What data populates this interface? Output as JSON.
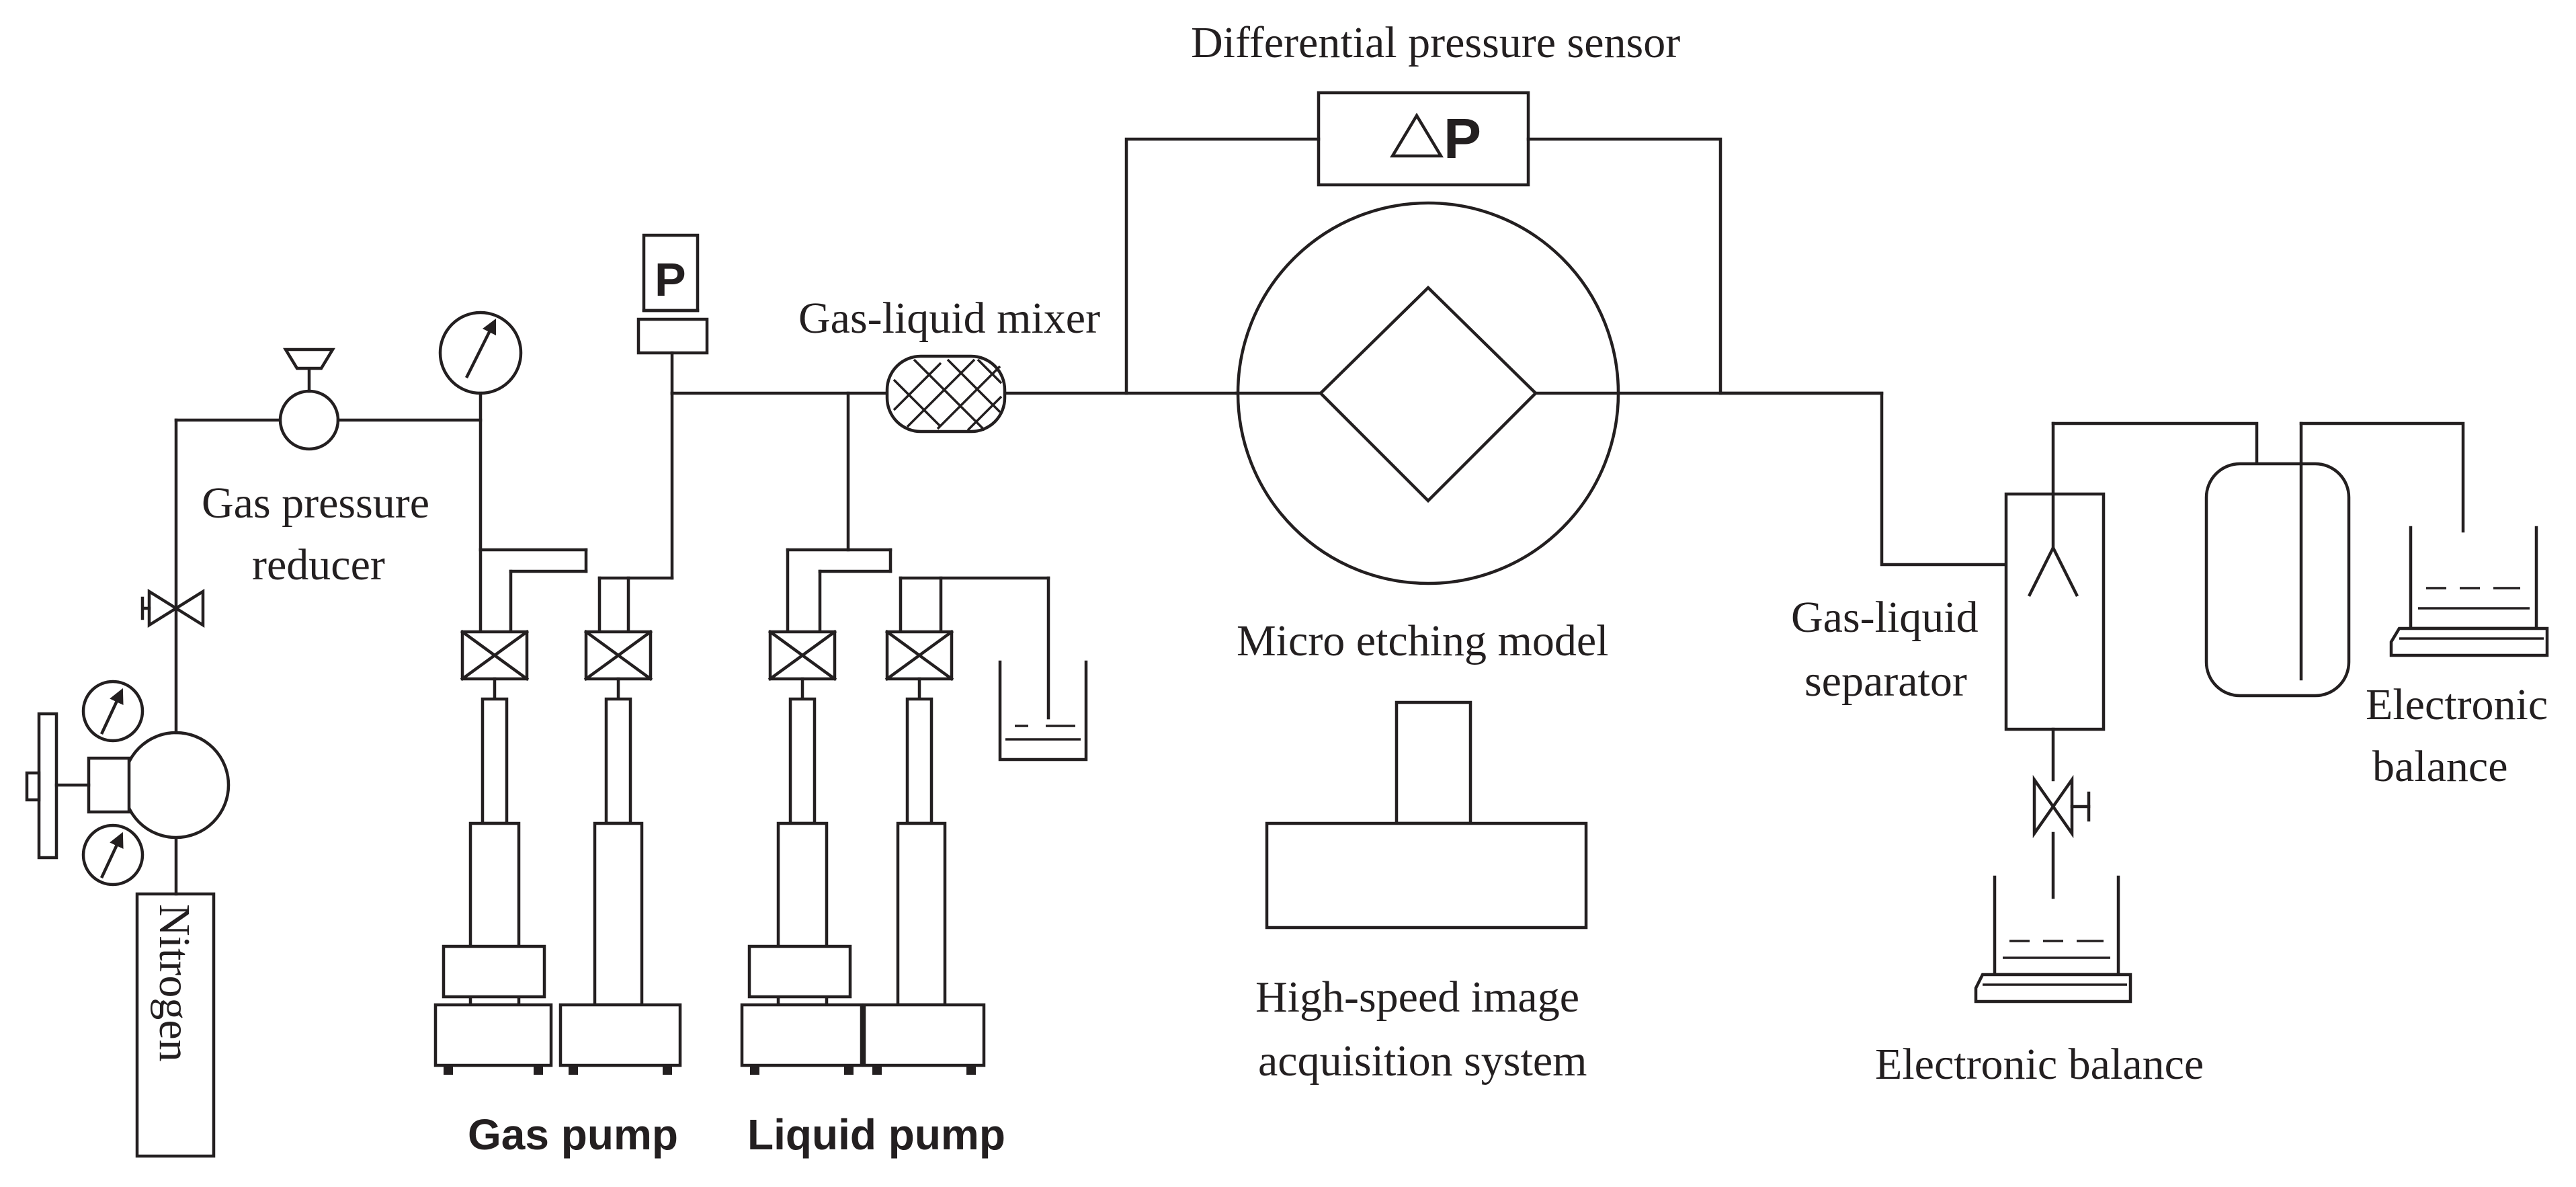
{
  "labels": {
    "differential_pressure_sensor": "Differential pressure sensor",
    "gas_liquid_mixer": "Gas-liquid mixer",
    "gas_pressure_reducer_line1": "Gas pressure",
    "gas_pressure_reducer_line2": "reducer",
    "micro_etching_model": "Micro etching model",
    "high_speed_line1": "High-speed  image",
    "high_speed_line2": "acquisition system",
    "gas_liquid_separator_line1": "Gas-liquid",
    "gas_liquid_separator_line2": "separator",
    "electronic_balance_right_line1": "Electronic",
    "electronic_balance_right_line2": "balance",
    "electronic_balance_bottom": "Electronic balance",
    "nitrogen": "Nitrogen",
    "gas_pump": "Gas pump",
    "liquid_pump": "Liquid pump",
    "pressure_gauge_letter": "P",
    "dp_sensor_letter": "P"
  }
}
